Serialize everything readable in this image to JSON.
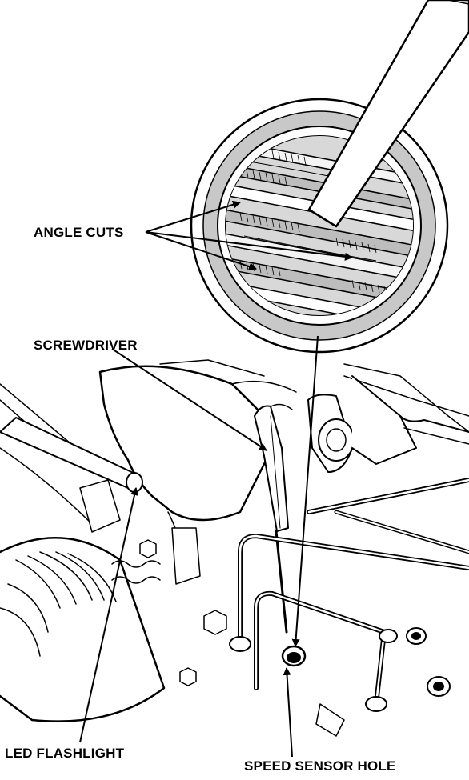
{
  "labels": {
    "angle_cuts": "ANGLE CUTS",
    "screwdriver": "SCREWDRIVER",
    "led_flashlight": "LED FLASHLIGHT",
    "speed_sensor_hole": "SPEED SENSOR HOLE"
  },
  "colors": {
    "line": "#000000",
    "ring_gray": "#c8c8c8",
    "background": "#ffffff"
  }
}
